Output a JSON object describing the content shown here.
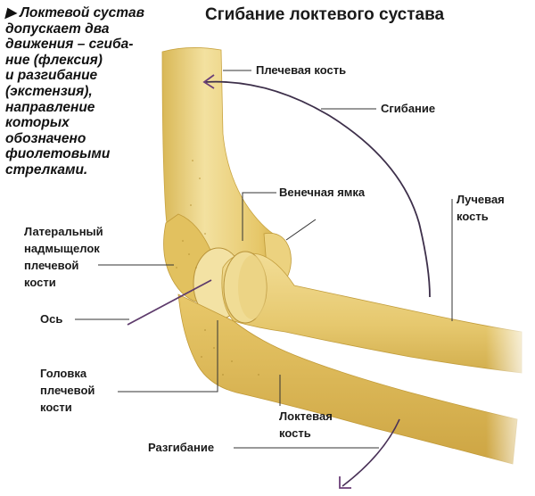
{
  "title": "Сгибание локтевого сустава",
  "intro": {
    "marker": "▶",
    "lines": [
      "Локтевой сустав",
      "допускает два",
      "движения – сгиба-",
      "ние (флексия)",
      "и разгибание",
      "(экстензия),",
      "направление",
      "которых",
      "обозначено",
      "фиолетовыми",
      "стрелками."
    ]
  },
  "labels": {
    "humerus": "Плечевая кость",
    "flexion": "Сгибание",
    "coronoid_fossa": "Венечная ямка",
    "radius": {
      "lines": [
        "Лучевая",
        "кость"
      ]
    },
    "lateral_epicondyle": {
      "lines": [
        "Латеральный",
        "надмыщелок",
        "плечевой",
        "кости"
      ]
    },
    "axis": "Ось",
    "capitulum": {
      "lines": [
        "Головка",
        "плечевой",
        "кости"
      ]
    },
    "ulna": {
      "lines": [
        "Локтевая",
        "кость"
      ]
    },
    "extension": "Разгибание"
  },
  "colors": {
    "bone": "#e3c465",
    "bone_light": "#f2df9a",
    "bone_shadow": "#c9a43e",
    "arrow_purple": "#6b3f78",
    "leader_line": "#333333"
  }
}
